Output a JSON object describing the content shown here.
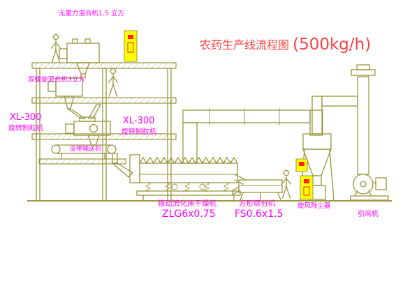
{
  "title": {
    "main": "农药生产线流程图",
    "capacity": "(500kg/h)"
  },
  "colors": {
    "line": "#98983f",
    "label": "#ff00ff",
    "title": "#ff4040",
    "cabinet_fill": "#ffff00",
    "cabinet_mark": "#ff2020",
    "background": "#ffffff"
  },
  "labels": {
    "gravity_mixer": "无重力混合机1.5 立方",
    "double_screw_mixer": "双螺旋混合机3立方",
    "granulator_left": {
      "model": "XL-300",
      "name": "旋转制粒机"
    },
    "granulator_right": {
      "model": "XL-300",
      "name": "旋转制粒机"
    },
    "belt_conveyor": "皮带输送机",
    "dryer": {
      "name": "振动流化床干燥机",
      "model": "ZLG6x0.75"
    },
    "sieve": {
      "name": "方形筛分机",
      "model": "FS0.6x1.5"
    },
    "cyclone": "旋风除尘器",
    "fan": "引风机"
  }
}
